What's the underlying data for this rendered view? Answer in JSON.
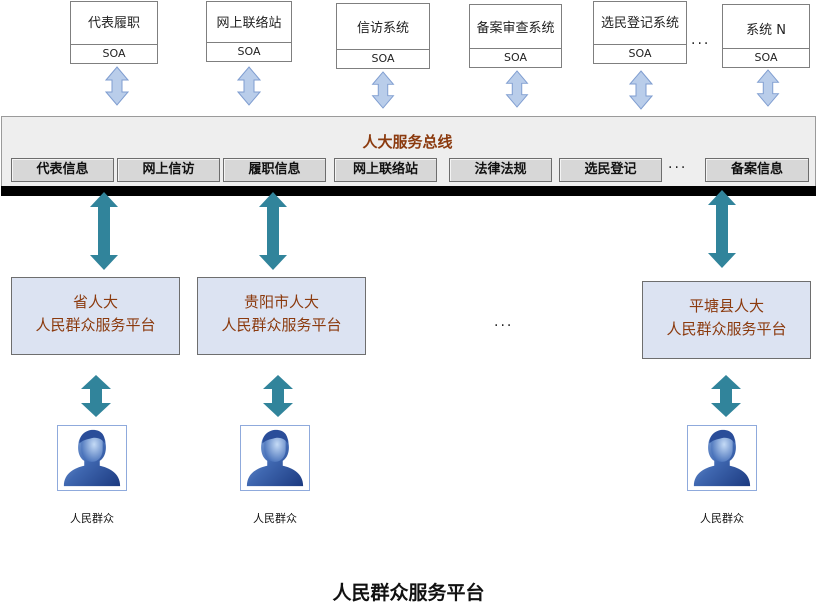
{
  "systems": [
    {
      "name": "代表履职",
      "interface": "SOA"
    },
    {
      "name": "网上联络站",
      "interface": "SOA"
    },
    {
      "name": "信访系统",
      "interface": "SOA"
    },
    {
      "name": "备案审查系统",
      "interface": "SOA"
    },
    {
      "name": "选民登记系统",
      "interface": "SOA"
    },
    {
      "name": "系统 N",
      "interface": "SOA"
    }
  ],
  "systems_ellipsis": "···",
  "bus": {
    "title": "人大服务总线",
    "modules": [
      "代表信息",
      "网上信访",
      "履职信息",
      "网上联络站",
      "法律法规",
      "选民登记",
      "备案信息"
    ],
    "modules_ellipsis": "···"
  },
  "platforms": [
    {
      "line1": "省人大",
      "line2": "人民群众服务平台"
    },
    {
      "line1": "贵阳市人大",
      "line2": "人民群众服务平台"
    },
    {
      "line1": "平塘县人大",
      "line2": "人民群众服务平台"
    }
  ],
  "platforms_ellipsis": "···",
  "people": [
    {
      "label": "人民群众",
      "icon": "person-avatar-icon"
    },
    {
      "label": "人民群众",
      "icon": "person-avatar-icon"
    },
    {
      "label": "人民群众",
      "icon": "person-avatar-icon"
    }
  ],
  "footer_title": "人民群众服务平台",
  "colors": {
    "bus_title": "#8b3a0e",
    "platform_fill": "#dce3f2",
    "light_arrow": "#b9cdea",
    "dark_arrow": "#31849b",
    "bus_bar": "#000000"
  }
}
